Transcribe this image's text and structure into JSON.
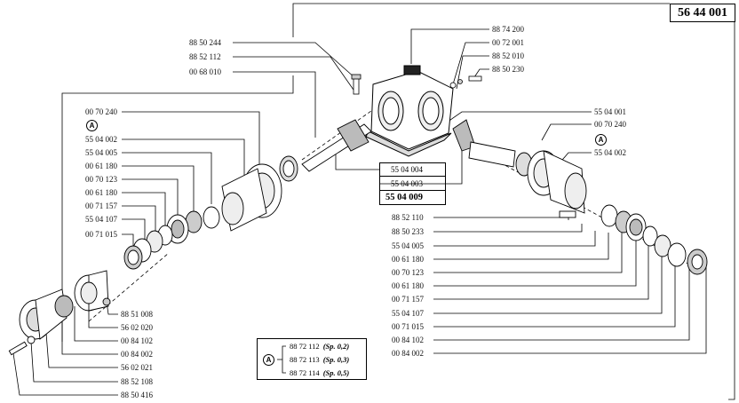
{
  "main_code": "56 44 001",
  "circle_marker": "A",
  "top_labels": [
    "88 74 200",
    "00 72 001",
    "88 52 010",
    "88 50 230"
  ],
  "upper_left_labels": [
    "88 50 244",
    "88 52 112",
    "00 68 010"
  ],
  "left_labels": [
    "00 70 240",
    "55 04 002",
    "55 04 005",
    "00 61 180",
    "00 70 123",
    "00 61 180",
    "00 71 157",
    "55 04 107",
    "00 71 015"
  ],
  "right_top_labels": [
    "55 04 001",
    "00 70 240",
    "55 04 002"
  ],
  "center_labels": [
    "55 04 004",
    "55 04 003",
    "55 04 009"
  ],
  "right_labels": [
    "88 52 110",
    "88 50 233",
    "55 04 005",
    "00 61 180",
    "00 70 123",
    "00 61 180",
    "00 71 157",
    "55 04 107",
    "00 71 015",
    "00 84 102",
    "00 84 002"
  ],
  "lower_left_labels": [
    "88 51 008",
    "56 02 020",
    "00 84 102",
    "00 84 002",
    "56 02 021",
    "88 52 108",
    "88 50 416"
  ],
  "legend": [
    {
      "code": "88 72 112",
      "spec": "(Sp. 0,2)"
    },
    {
      "code": "88 72 113",
      "spec": "(Sp. 0,3)"
    },
    {
      "code": "88 72 114",
      "spec": "(Sp. 0,5)"
    }
  ]
}
